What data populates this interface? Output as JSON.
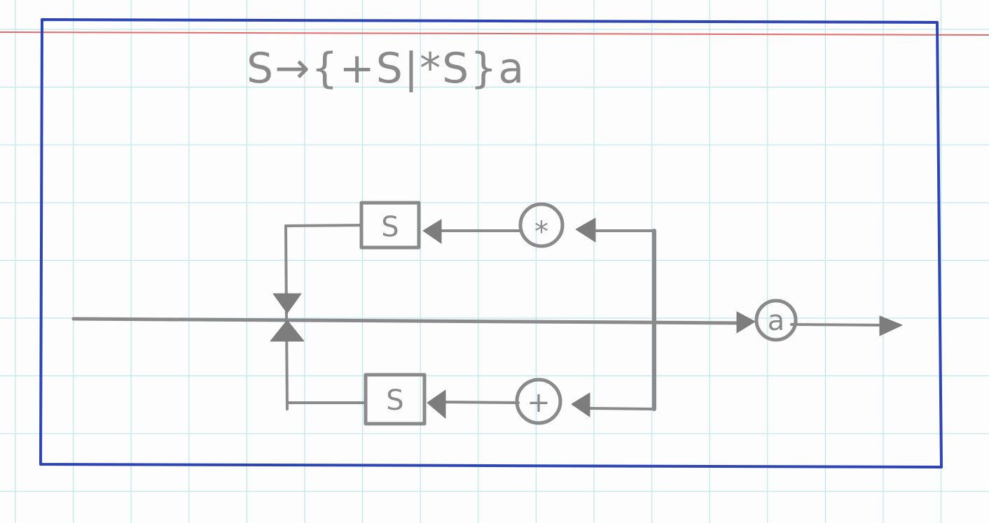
{
  "grammar": "S→{+S|*S}a",
  "nodes": {
    "nonterminal_top": "S",
    "terminal_top": "*",
    "nonterminal_bottom": "S",
    "terminal_bottom": "+",
    "terminal_exit": "a"
  },
  "colors": {
    "grid": "#bfe6ee",
    "margin_line": "#e46a6a",
    "frame": "#2d44b5",
    "pencil": "#8a8a8a"
  }
}
